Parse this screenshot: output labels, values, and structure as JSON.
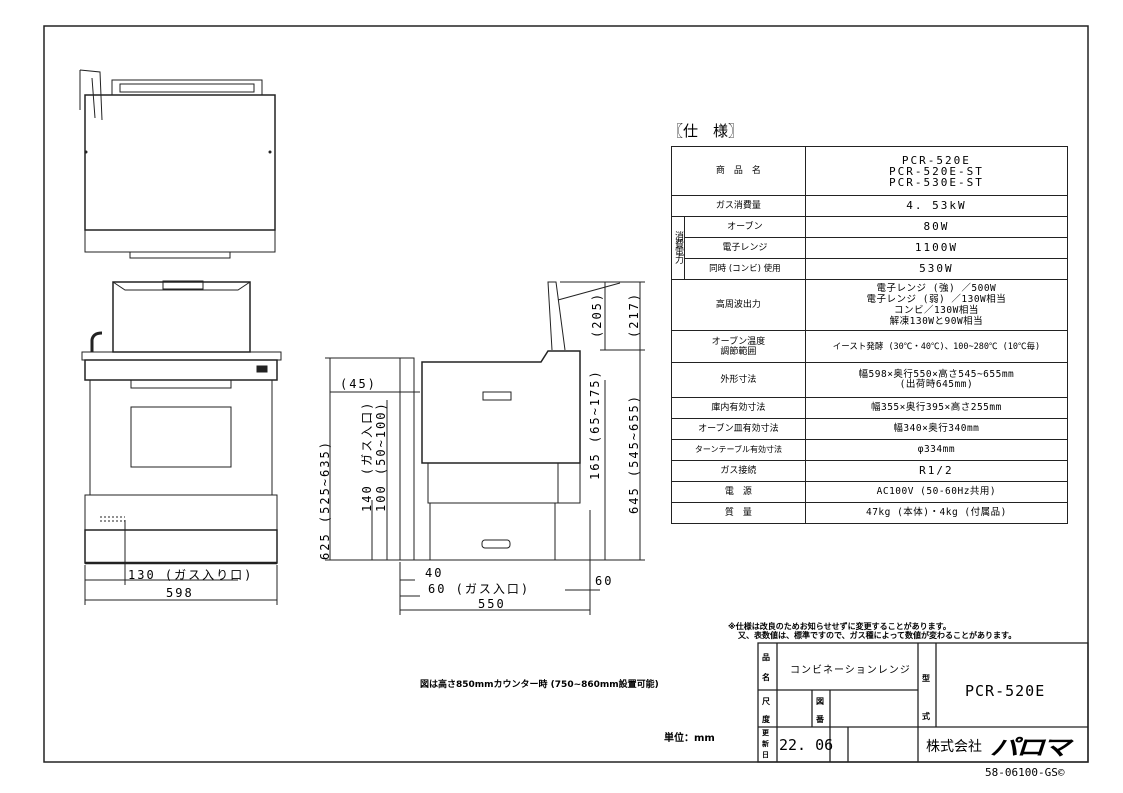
{
  "spec": {
    "title": "〖仕　様〗",
    "rows": [
      {
        "label": "商　品　名",
        "value_lines": [
          "PCR-520E",
          "PCR-520E-ST",
          "PCR-530E-ST"
        ]
      },
      {
        "label": "ガス消費量",
        "value": "4. 53kW"
      },
      {
        "group": "消費電力",
        "label": "オーブン",
        "value": "80W"
      },
      {
        "label": "電子レンジ",
        "value": "1100W"
      },
      {
        "label": "同時 (コンビ) 使用",
        "value": "530W"
      },
      {
        "label": "高周波出力",
        "value_lines": [
          "電子レンジ (強) ／500W",
          "電子レンジ (弱) ／130W相当",
          "コンビ／130W相当",
          "解凍130Wと90W相当"
        ]
      },
      {
        "label_lines": [
          "オーブン温度",
          "調節範囲"
        ],
        "value": "イースト発酵 (30℃・40℃)、100~280℃ (10℃毎)"
      },
      {
        "label": "外形寸法",
        "value_lines": [
          "幅598×奥行550×高さ545~655mm",
          "(出荷時645mm)"
        ]
      },
      {
        "label": "庫内有効寸法",
        "value": "幅355×奥行395×高さ255mm"
      },
      {
        "label": "オーブン皿有効寸法",
        "value": "幅340×奥行340mm"
      },
      {
        "label": "ターンテーブル有効寸法",
        "value": "φ334mm"
      },
      {
        "label": "ガス接続",
        "value": "R1/2"
      },
      {
        "label": "電　源",
        "value": "AC100V (50-60Hz共用)"
      },
      {
        "label": "質　量",
        "value": "47kg (本体)・4kg (付属品)"
      }
    ]
  },
  "notes": [
    "※仕様は改良のためお知らせせずに変更することがあります。",
    "又、表数値は、標準ですので、ガス種によって数値が変わることがあります。"
  ],
  "counter_note": "図は高さ850mmカウンター時 (750~860mm設置可能)",
  "unit": "単位：mm",
  "title_block": {
    "product_name_label": "品名",
    "product_name": "コンビネーションレンジ",
    "scale_label": "尺度",
    "drawing_no_label": "図番",
    "model_label": "型式",
    "model": "PCR-520E",
    "updated_label": "更新日",
    "updated": "22. 06",
    "company": "株式会社",
    "logo": "パロマ",
    "doc_code": "58-06100-GS©"
  },
  "dimensions": {
    "front_gas_inlet": "130 (ガス入り口)",
    "front_width": "598",
    "side_45": "(45)",
    "side_625": "625 (525~635)",
    "side_140": "140 (ガス入口)",
    "side_100": "100 (50~100)",
    "side_40": "40",
    "side_60_gas": "60 (ガス入口)",
    "side_550": "550",
    "side_60": "60",
    "side_165": "165 (65~175)",
    "side_645": "645 (545~655)",
    "side_205": "(205)",
    "side_217": "(217)"
  }
}
